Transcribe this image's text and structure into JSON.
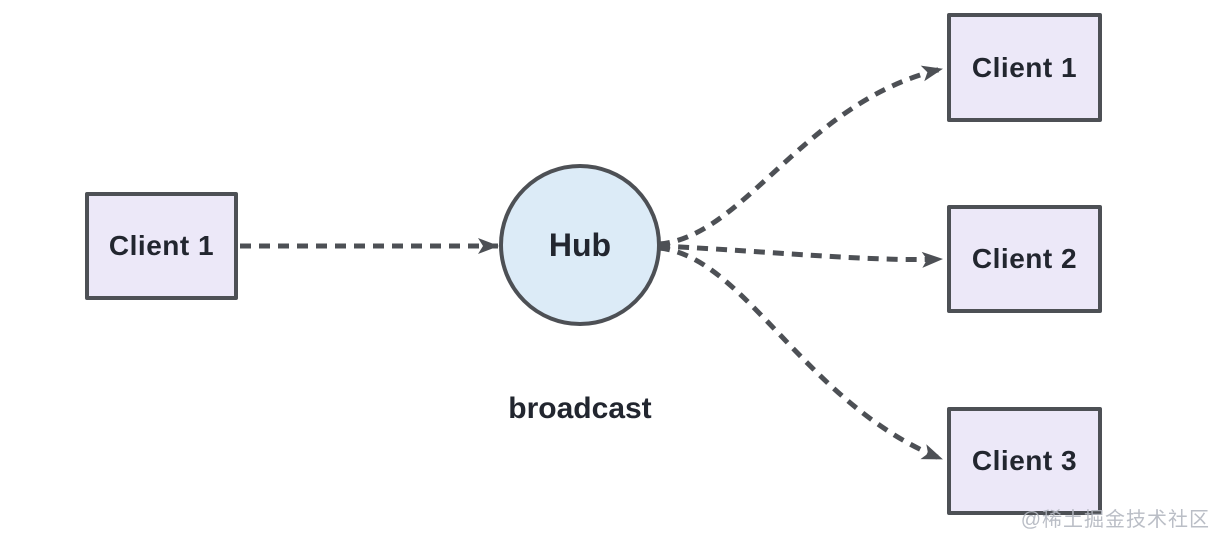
{
  "diagram": {
    "type": "broadcast-hub-topology",
    "background_color": "#ffffff",
    "stroke_color": "#4d5055",
    "box_fill_color": "#ece8f8",
    "hub_fill_color": "#dcebf7",
    "text_color": "#22262f",
    "watermark_color": "#b3b7c0",
    "nodes": {
      "sender": {
        "label": "Client 1",
        "shape": "rectangle"
      },
      "hub": {
        "label": "Hub",
        "shape": "circle"
      },
      "receiver1": {
        "label": "Client 1",
        "shape": "rectangle"
      },
      "receiver2": {
        "label": "Client 2",
        "shape": "rectangle"
      },
      "receiver3": {
        "label": "Client 3",
        "shape": "rectangle"
      }
    },
    "edges": [
      {
        "from": "sender",
        "to": "hub",
        "style": "dashed-arrow"
      },
      {
        "from": "hub",
        "to": "receiver1",
        "style": "dashed-arrow"
      },
      {
        "from": "hub",
        "to": "receiver2",
        "style": "dashed-arrow"
      },
      {
        "from": "hub",
        "to": "receiver3",
        "style": "dashed-arrow"
      }
    ],
    "edge_label": "broadcast",
    "watermark": "@稀土掘金技术社区"
  }
}
